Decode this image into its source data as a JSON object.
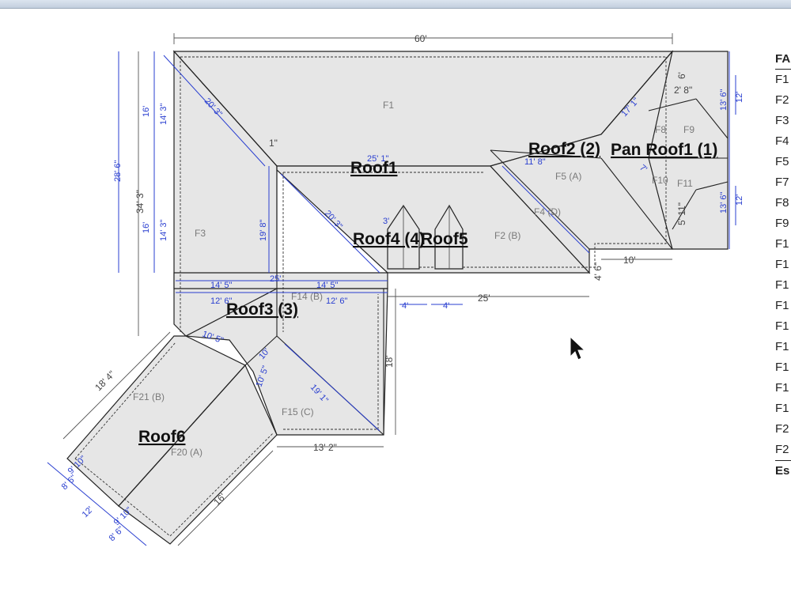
{
  "facets": [
    "F1",
    "F2 (B)",
    "F3",
    "F4 (D)",
    "F5 (A)",
    "F8",
    "F9",
    "F10",
    "F11",
    "F14 (B)",
    "F15 (C)",
    "F20 (A)",
    "F21 (B)"
  ],
  "roofs": [
    "Roof1",
    "Roof2 (2)",
    "Pan Roof1 (1)",
    "Roof3 (3)",
    "Roof4 (4)",
    "Roof5",
    "Roof6"
  ],
  "dimensions": {
    "top_width": "60'",
    "ridge_length": "25' 1\"",
    "inner_width": "25'",
    "right_bump": "10'",
    "wing_width": "13' 2\"",
    "wing_height": "18'",
    "left_height": "34' 3\"",
    "left_total": "28' 6\"",
    "upper_a": "16'",
    "upper_b": "14' 3\"",
    "lower_a": "16'",
    "lower_b": "14' 3\"",
    "mid_vertical": "19' 8\"",
    "mid_a": "14' 5\"",
    "mid_b": "25'",
    "mid_c": "14' 5\"",
    "mid_d": "12' 6\"",
    "mid_e": "12' 6\"",
    "small_a": "4'",
    "small_b": "4'",
    "hip_a": "20' 3\"",
    "hip_b": "20' 3\"",
    "hip_c": "17' 1\"",
    "hip_d": "19' 1\"",
    "diag_a": "10' 5\"",
    "diag_b": "18' 4\"",
    "diag_c": "16'",
    "diag_d": "10' 5\"",
    "diag_e": "10'",
    "dormer": "3'",
    "right_a": "13' 6\"",
    "right_b": "12'",
    "right_c": "13' 6\"",
    "right_d": "12'",
    "right_e": "6'",
    "right_f": "5' 11\"",
    "right_g": "2' 8\"",
    "right_h": "4' 6\"",
    "ridge_b": "11' 8\"",
    "pitch_a": "7'",
    "slope_a": "1\"",
    "wing_low_a": "9' 10\"",
    "wing_low_b": "8' 6\"",
    "wing_low_c": "12'",
    "wing_low_d": "9' 10\"",
    "wing_low_e": "8' 6\""
  },
  "legend": {
    "header": "FA",
    "rows": [
      "F1",
      "F2",
      "F3",
      "F4",
      "F5",
      "F7",
      "F8",
      "F9",
      "F1",
      "F1",
      "F1",
      "F1",
      "F1",
      "F1",
      "F1",
      "F1",
      "F1",
      "F2",
      "F2"
    ],
    "footer": "Es"
  }
}
